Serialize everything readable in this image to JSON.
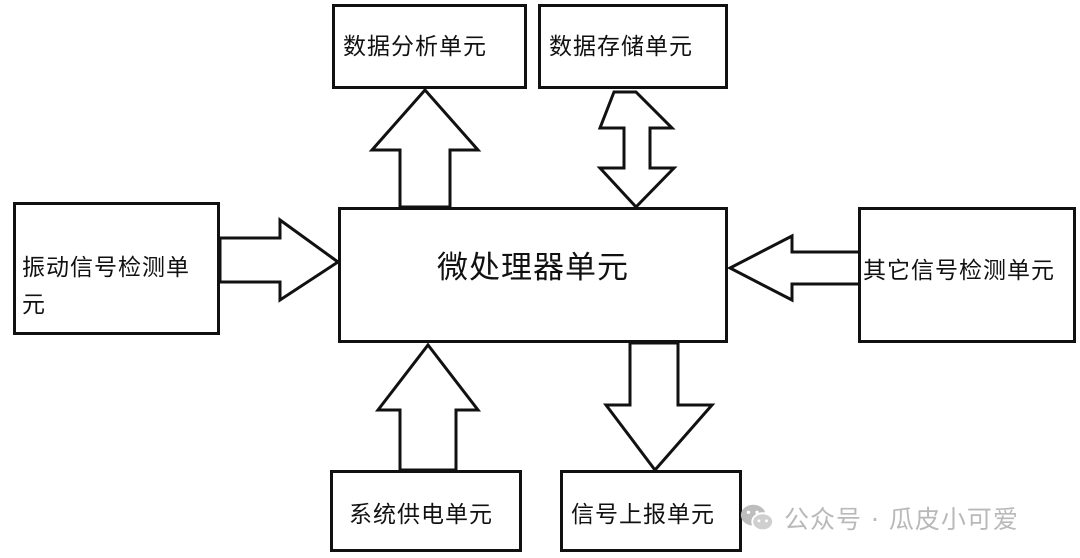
{
  "diagram": {
    "center": "微处理器单元",
    "analysis": "数据分析单元",
    "storage": "数据存储单元",
    "vibration": "振动信号检测单元",
    "other_signal": "其它信号检测单元",
    "power": "系统供电单元",
    "report": "信号上报单元"
  },
  "watermark": {
    "icon": "wechat-icon",
    "text": "公众号 · 瓜皮小可爱"
  }
}
